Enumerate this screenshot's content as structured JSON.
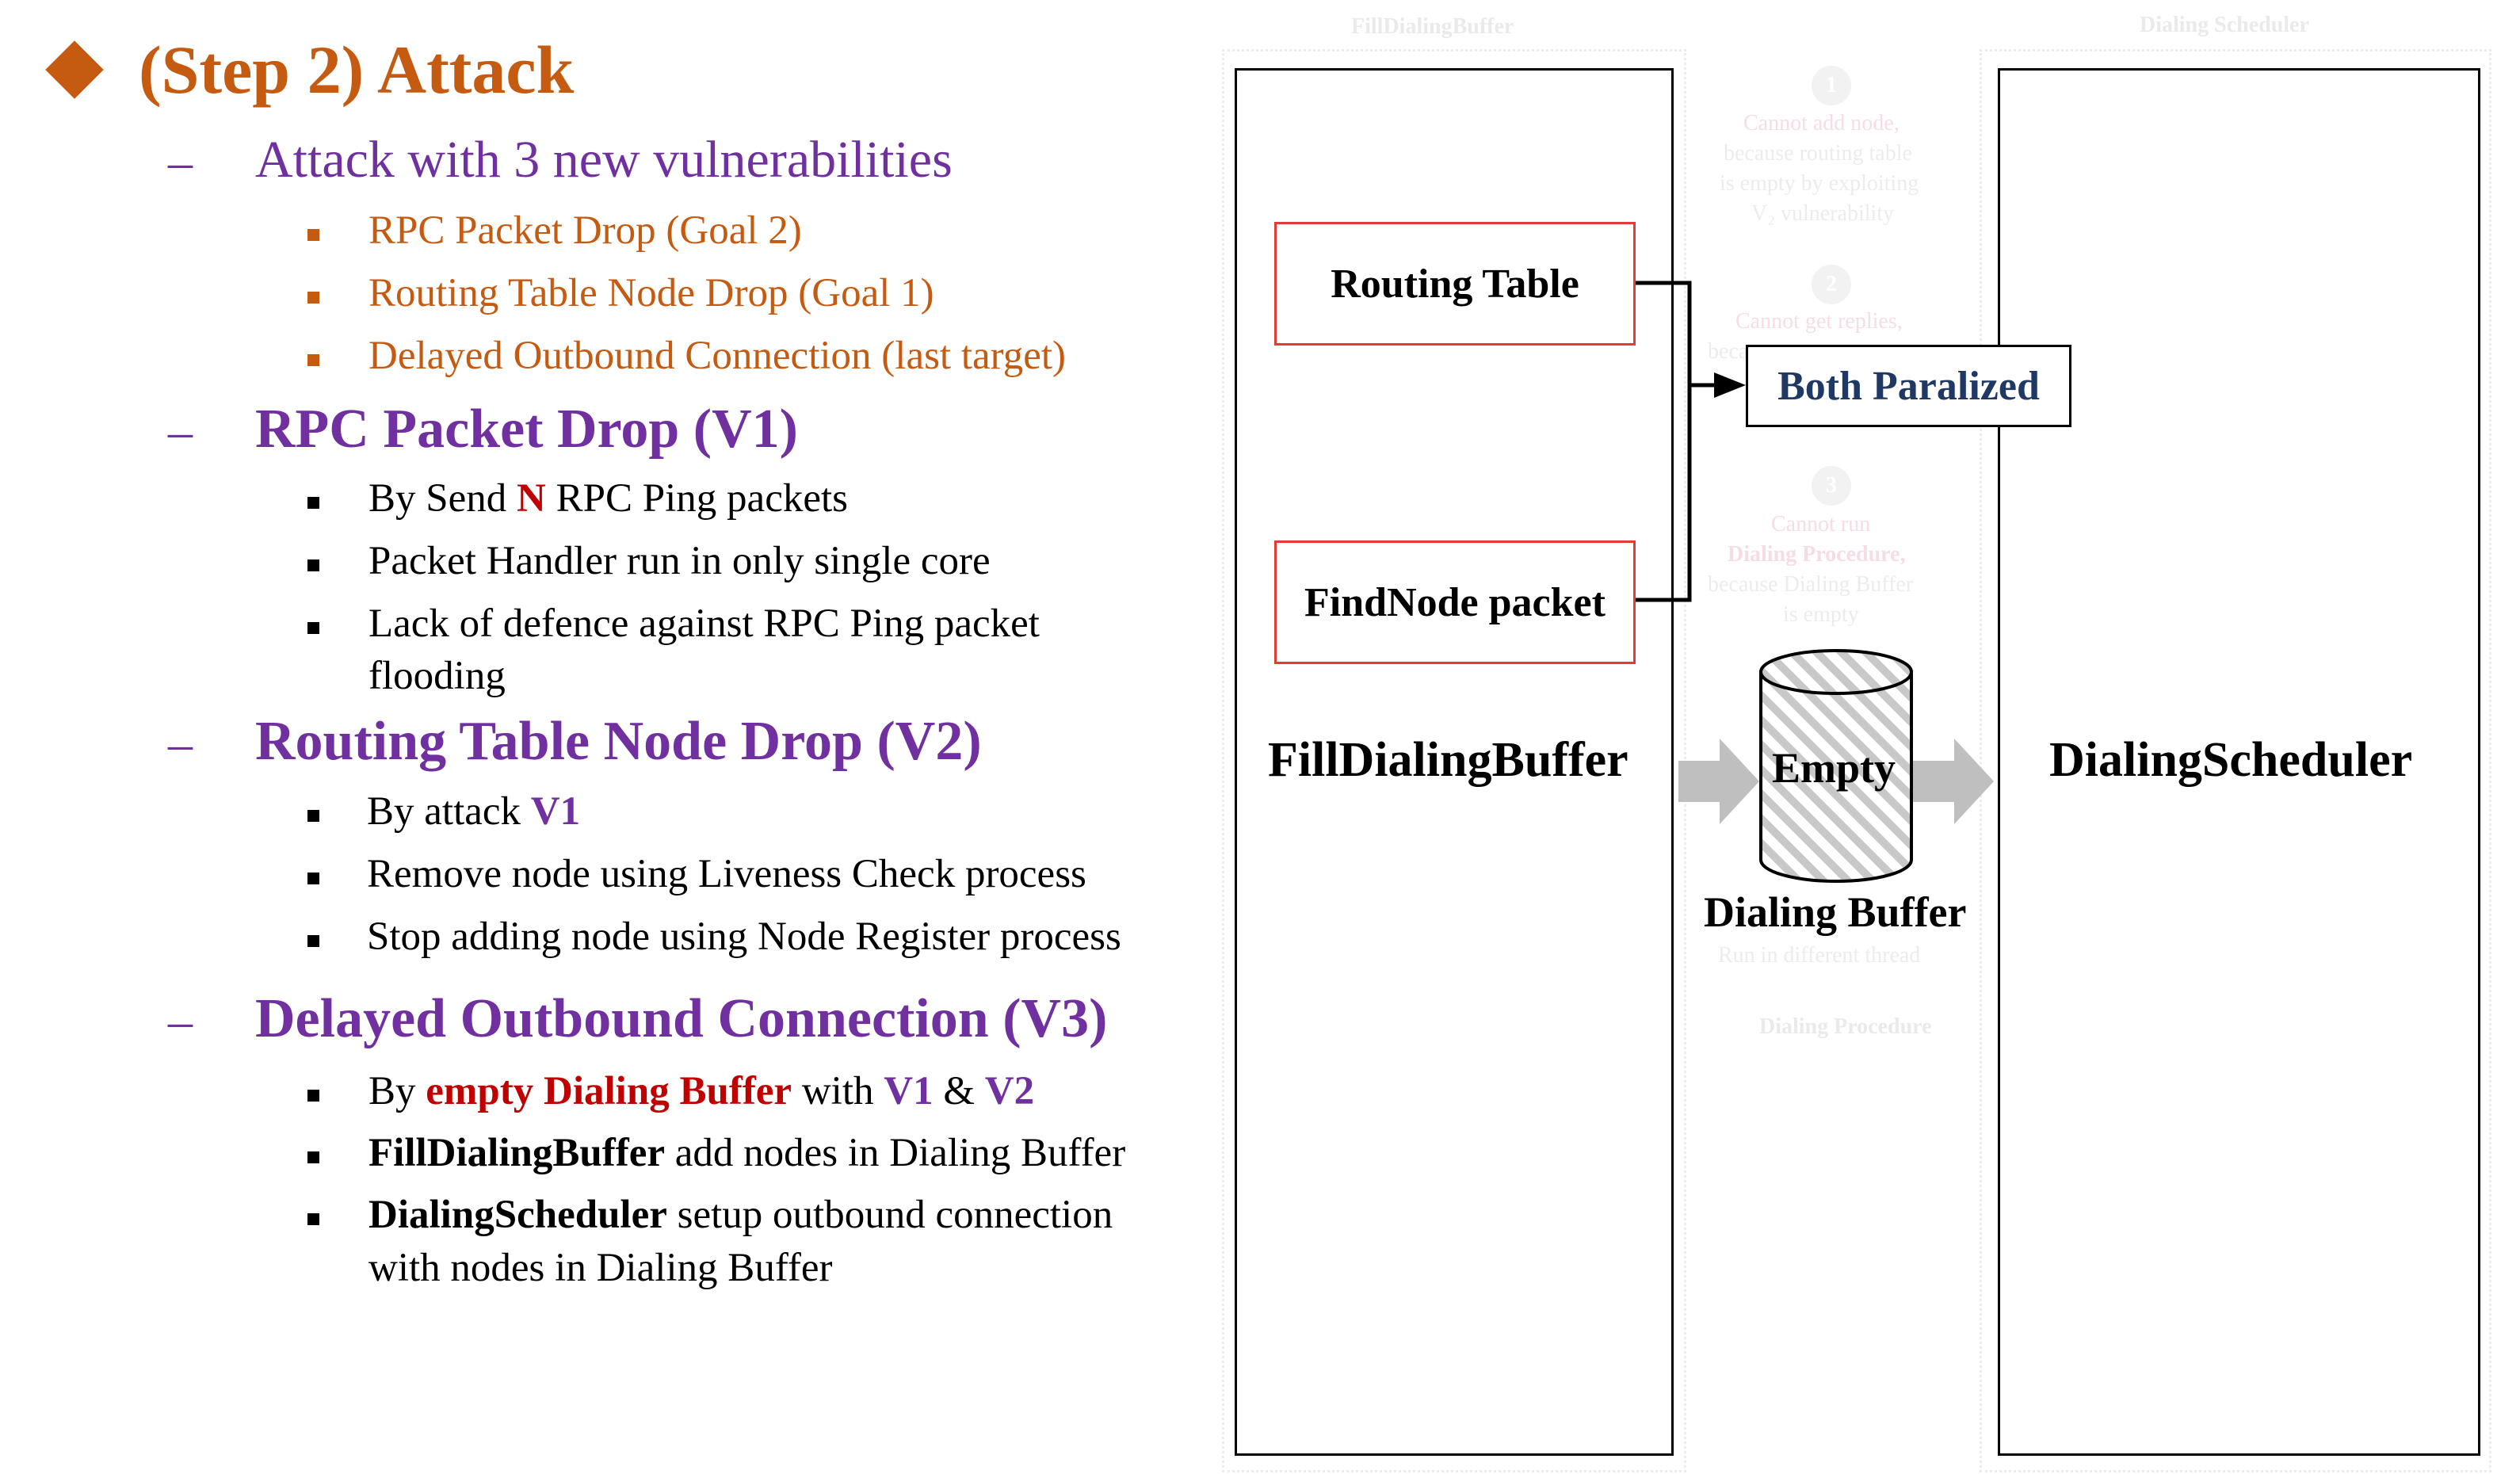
{
  "slide": {
    "title": "(Step 2) Attack",
    "sections": [
      {
        "heading": "Attack with 3 new vulnerabilities",
        "bullets": [
          "RPC Packet Drop (Goal 2)",
          "Routing Table Node Drop (Goal 1)",
          "Delayed Outbound Connection (last target)"
        ]
      },
      {
        "heading": "RPC Packet Drop (V1)",
        "bullets": [
          {
            "pre": "By Send ",
            "hl": "N",
            "post": " RPC Ping packets"
          },
          "Packet Handler run in only single core",
          "Lack of defence against RPC Ping packet",
          "flooding"
        ]
      },
      {
        "heading": "Routing Table Node Drop (V2)",
        "bullets": [
          {
            "pre": "By attack ",
            "hl": "V1"
          },
          "Remove node using Liveness Check process",
          "Stop adding node using Node Register process"
        ]
      },
      {
        "heading": "Delayed Outbound Connection (V3)",
        "bullets": [
          {
            "pre": "By ",
            "hl": "empty Dialing Buffer",
            "mid": " with ",
            "v1": "V1",
            "amp": " & ",
            "v2": "V2"
          },
          {
            "bold": "FillDialingBuffer",
            "rest": " add nodes in Dialing Buffer"
          },
          {
            "bold": "DialingScheduler",
            "rest": " setup outbound connection"
          },
          "with nodes in Dialing Buffer"
        ]
      }
    ]
  },
  "diagram": {
    "faint_header_left": "FillDialingBuffer",
    "faint_header_right": "Dialing Scheduler",
    "routing_table": "Routing Table",
    "findnode_packet": "FindNode packet",
    "both_paralized": "Both Paralized",
    "left_panel_label": "FillDialingBuffer",
    "right_panel_label": "DialingScheduler",
    "buffer_state": "Empty",
    "buffer_label": "Dialing Buffer",
    "faint_notes": {
      "n1": "1",
      "n1_lines": [
        "Cannot add node,",
        "because routing table",
        "is empty by exploiting",
        "V₂ vulnerability"
      ],
      "n2": "2",
      "n2_lines": [
        "Cannot get replies,",
        "because"
      ],
      "n3": "3",
      "n3_lines": [
        "Cannot run",
        "Dialing Procedure,",
        "because Dialing Buffer",
        "is empty"
      ],
      "thread_note": "Run in different thread",
      "procedure_note": "Dialing Procedure"
    },
    "colors": {
      "accent": "#c55a11",
      "purple": "#7030a0",
      "red": "#c00000",
      "box_red": "#e53935",
      "navy": "#1f3864",
      "arrow_gray": "#bfbfbf"
    }
  }
}
